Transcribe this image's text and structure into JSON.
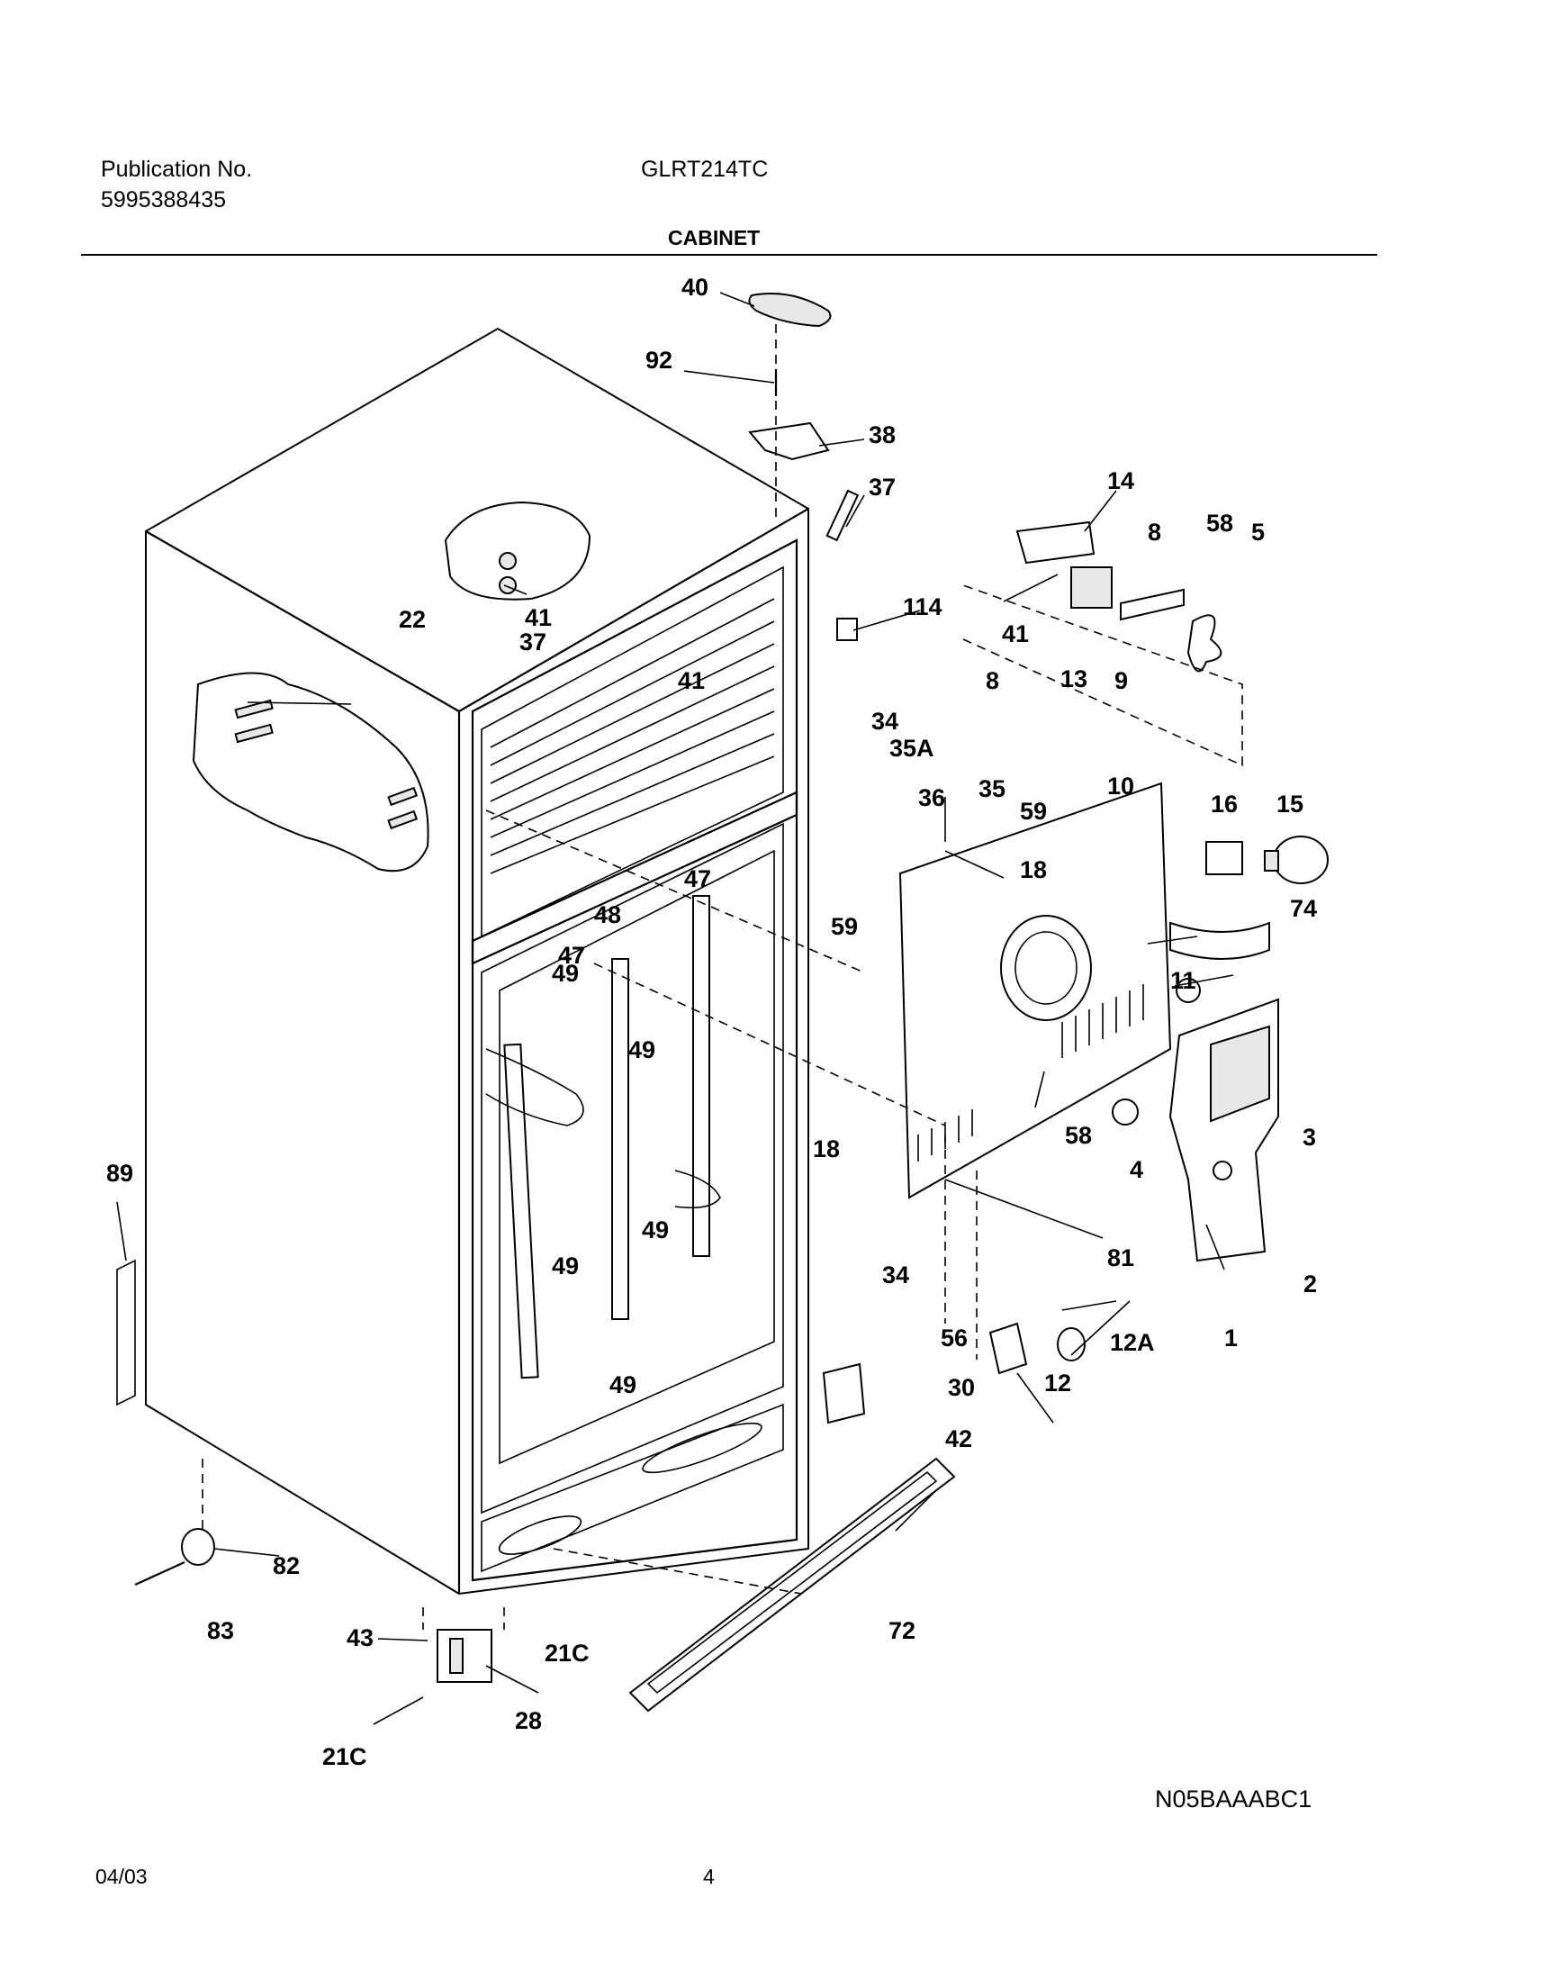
{
  "header": {
    "publication_label": "Publication No.",
    "publication_number": "5995388435",
    "model": "GLRT214TC",
    "section": "CABINET"
  },
  "footer": {
    "diagram_code": "N05BAAABC1",
    "date": "04/03",
    "page": "4"
  },
  "callouts": [
    "40",
    "92",
    "38",
    "37",
    "14",
    "8",
    "58",
    "5",
    "41",
    "22",
    "37",
    "114",
    "41",
    "41",
    "8",
    "13",
    "9",
    "34",
    "35A",
    "36",
    "35",
    "59",
    "10",
    "16",
    "15",
    "18",
    "59",
    "74",
    "47",
    "48",
    "47",
    "49",
    "49",
    "11",
    "18",
    "58",
    "4",
    "3",
    "89",
    "49",
    "49",
    "81",
    "2",
    "34",
    "12A",
    "1",
    "56",
    "12",
    "49",
    "30",
    "42",
    "82",
    "83",
    "21C",
    "72",
    "43",
    "28",
    "21C"
  ]
}
